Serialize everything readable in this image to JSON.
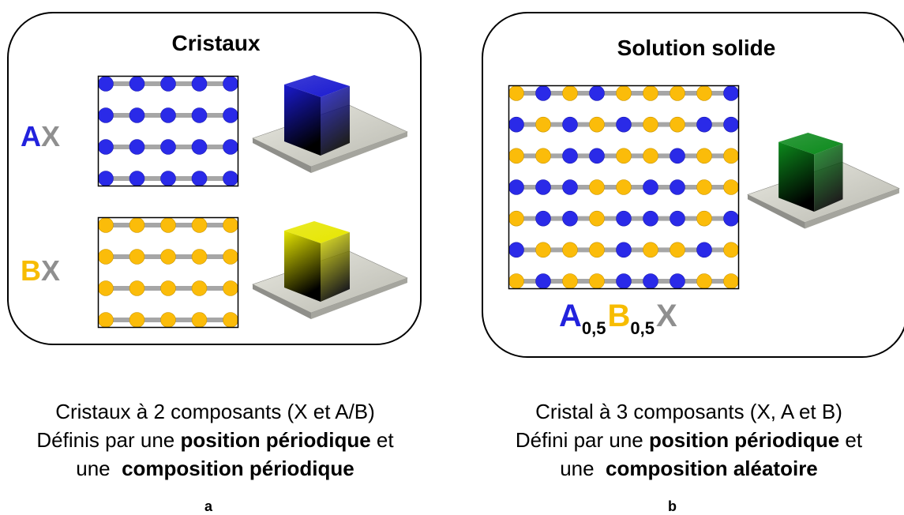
{
  "panel_a": {
    "title": "Cristaux",
    "formula_ax": {
      "a": "A",
      "x": "X"
    },
    "formula_bx": {
      "b": "B",
      "x": "X"
    },
    "lattice_ax": {
      "rows": [
        [
          "A",
          "A",
          "A",
          "A",
          "A"
        ],
        [
          "A",
          "A",
          "A",
          "A",
          "A"
        ],
        [
          "A",
          "A",
          "A",
          "A",
          "A"
        ],
        [
          "A",
          "A",
          "A",
          "A",
          "A"
        ]
      ]
    },
    "lattice_bx": {
      "rows": [
        [
          "B",
          "B",
          "B",
          "B",
          "B"
        ],
        [
          "B",
          "B",
          "B",
          "B",
          "B"
        ],
        [
          "B",
          "B",
          "B",
          "B",
          "B"
        ],
        [
          "B",
          "B",
          "B",
          "B",
          "B"
        ]
      ]
    },
    "cube_ax_color": "#1a1ad0",
    "cube_bx_color": "#e6e600"
  },
  "panel_b": {
    "title": "Solution solide",
    "formula": {
      "a": "A",
      "sub_a": "0,5",
      "b": "B",
      "sub_b": "0,5",
      "x": "X"
    },
    "lattice": {
      "rows": [
        [
          "B",
          "A",
          "B",
          "A",
          "B",
          "B",
          "B",
          "B",
          "A"
        ],
        [
          "A",
          "B",
          "A",
          "B",
          "A",
          "B",
          "B",
          "A",
          "A"
        ],
        [
          "B",
          "B",
          "A",
          "A",
          "B",
          "B",
          "A",
          "B",
          "B"
        ],
        [
          "A",
          "A",
          "A",
          "B",
          "B",
          "A",
          "A",
          "B",
          "B"
        ],
        [
          "B",
          "A",
          "A",
          "B",
          "A",
          "A",
          "A",
          "B",
          "A"
        ],
        [
          "A",
          "B",
          "B",
          "B",
          "A",
          "B",
          "B",
          "A",
          "B"
        ],
        [
          "B",
          "A",
          "B",
          "B",
          "A",
          "A",
          "A",
          "B",
          "B"
        ]
      ]
    },
    "cube_color": "#0c8a1c"
  },
  "colors": {
    "A": "#2a2ae8",
    "B": "#fbbc0a",
    "bond": "#a6a6a6"
  },
  "caption_a": {
    "line1": "Cristaux à 2 composants (X et A/B)",
    "line2_pre": "Définis par une ",
    "line2_bold": "position périodique",
    "line2_post": " et",
    "line3_pre": "une  ",
    "line3_bold": "composition périodique"
  },
  "caption_b": {
    "line1": "Cristal à 3 composants (X, A et B)",
    "line2_pre": "Défini par une ",
    "line2_bold": "position périodique",
    "line2_post": " et",
    "line3_pre": "une  ",
    "line3_bold": "composition aléatoire"
  },
  "label_a": "a",
  "label_b": "b"
}
